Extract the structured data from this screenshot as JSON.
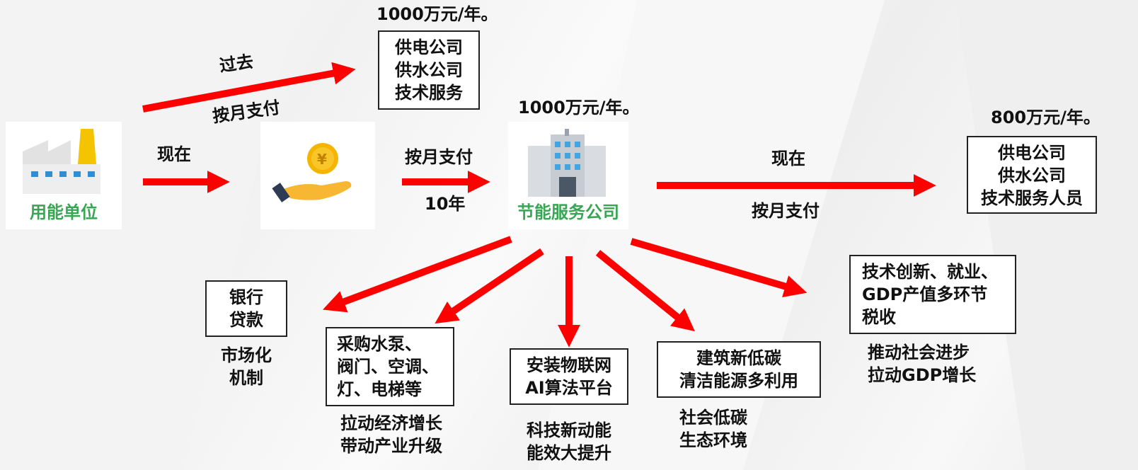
{
  "top_price": "1000万元/年。",
  "top_box": [
    "供电公司",
    "供水公司",
    "技术服务"
  ],
  "past_label": "过去",
  "past_pay_label": "按月支付",
  "now_label_left": "现在",
  "user_label": "用能单位",
  "mid_pay_label": "按月支付",
  "mid_years_label": "10年",
  "esco_price": "1000万元/年。",
  "esco_label": "节能服务公司",
  "now_label_right": "现在",
  "right_pay_label": "按月支付",
  "right_price": "800万元/年。",
  "right_box": [
    "供电公司",
    "供水公司",
    "技术服务人员"
  ],
  "bank_box": [
    "银行",
    "贷款"
  ],
  "bank_caption": [
    "市场化",
    "机制"
  ],
  "purchase_box": [
    "采购水泵、",
    "阀门、空调、",
    "灯、电梯等"
  ],
  "purchase_caption": [
    "拉动经济增长",
    "带动产业升级"
  ],
  "iot_box": [
    "安装物联网",
    "AI算法平台"
  ],
  "iot_caption": [
    "科技新动能",
    "能效大提升"
  ],
  "lowcarbon_box": [
    "建筑新低碳",
    "清洁能源多利用"
  ],
  "lowcarbon_caption": [
    "社会低碳",
    "生态环境"
  ],
  "tax_box": [
    "技术创新、就业、",
    "GDP产值多环节",
    "税收"
  ],
  "tax_caption": [
    "推动社会进步",
    "拉动GDP增长"
  ],
  "colors": {
    "arrow": "#ff0000",
    "green_label": "#3aa655",
    "coin": "#f5b400",
    "hand": "#f7b733"
  }
}
